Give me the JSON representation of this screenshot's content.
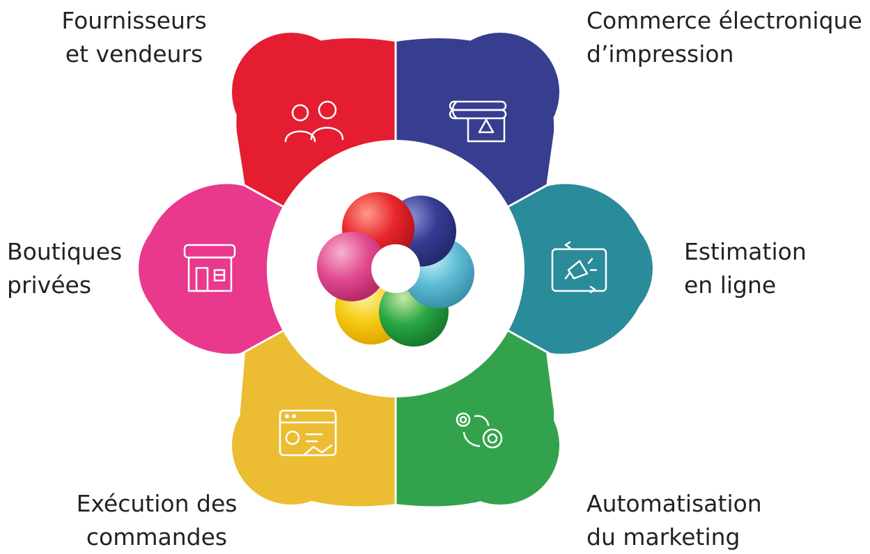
{
  "colors": {
    "fournisseurs": "#E41E30",
    "commerce": "#373E8F",
    "estimation": "#2A8B9A",
    "automatisation": "#33A24C",
    "execution": "#ECBC33",
    "boutiques": "#E8398D"
  },
  "segments": [
    {
      "key": "fournisseurs",
      "icon": "users-icon",
      "label_lines": [
        "Fournisseurs",
        "et vendeurs"
      ]
    },
    {
      "key": "commerce",
      "icon": "printer-icon",
      "label_lines": [
        "Commerce électronique",
        "d’impression"
      ]
    },
    {
      "key": "estimation",
      "icon": "megaphone-icon",
      "label_lines": [
        "Estimation",
        "en ligne"
      ]
    },
    {
      "key": "automatisation",
      "icon": "gears-icon",
      "label_lines": [
        "Automatisation",
        "du marketing"
      ]
    },
    {
      "key": "execution",
      "icon": "dashboard-icon",
      "label_lines": [
        "Exécution des",
        "commandes"
      ]
    },
    {
      "key": "boutiques",
      "icon": "shop-icon",
      "label_lines": [
        "Boutiques",
        "privées"
      ]
    }
  ],
  "logo": {
    "name": "flower-logo",
    "petal_colors": [
      "#E41E30",
      "#373E8F",
      "#3FA7C4",
      "#1F9A3E",
      "#F2C300",
      "#E0418C"
    ]
  }
}
